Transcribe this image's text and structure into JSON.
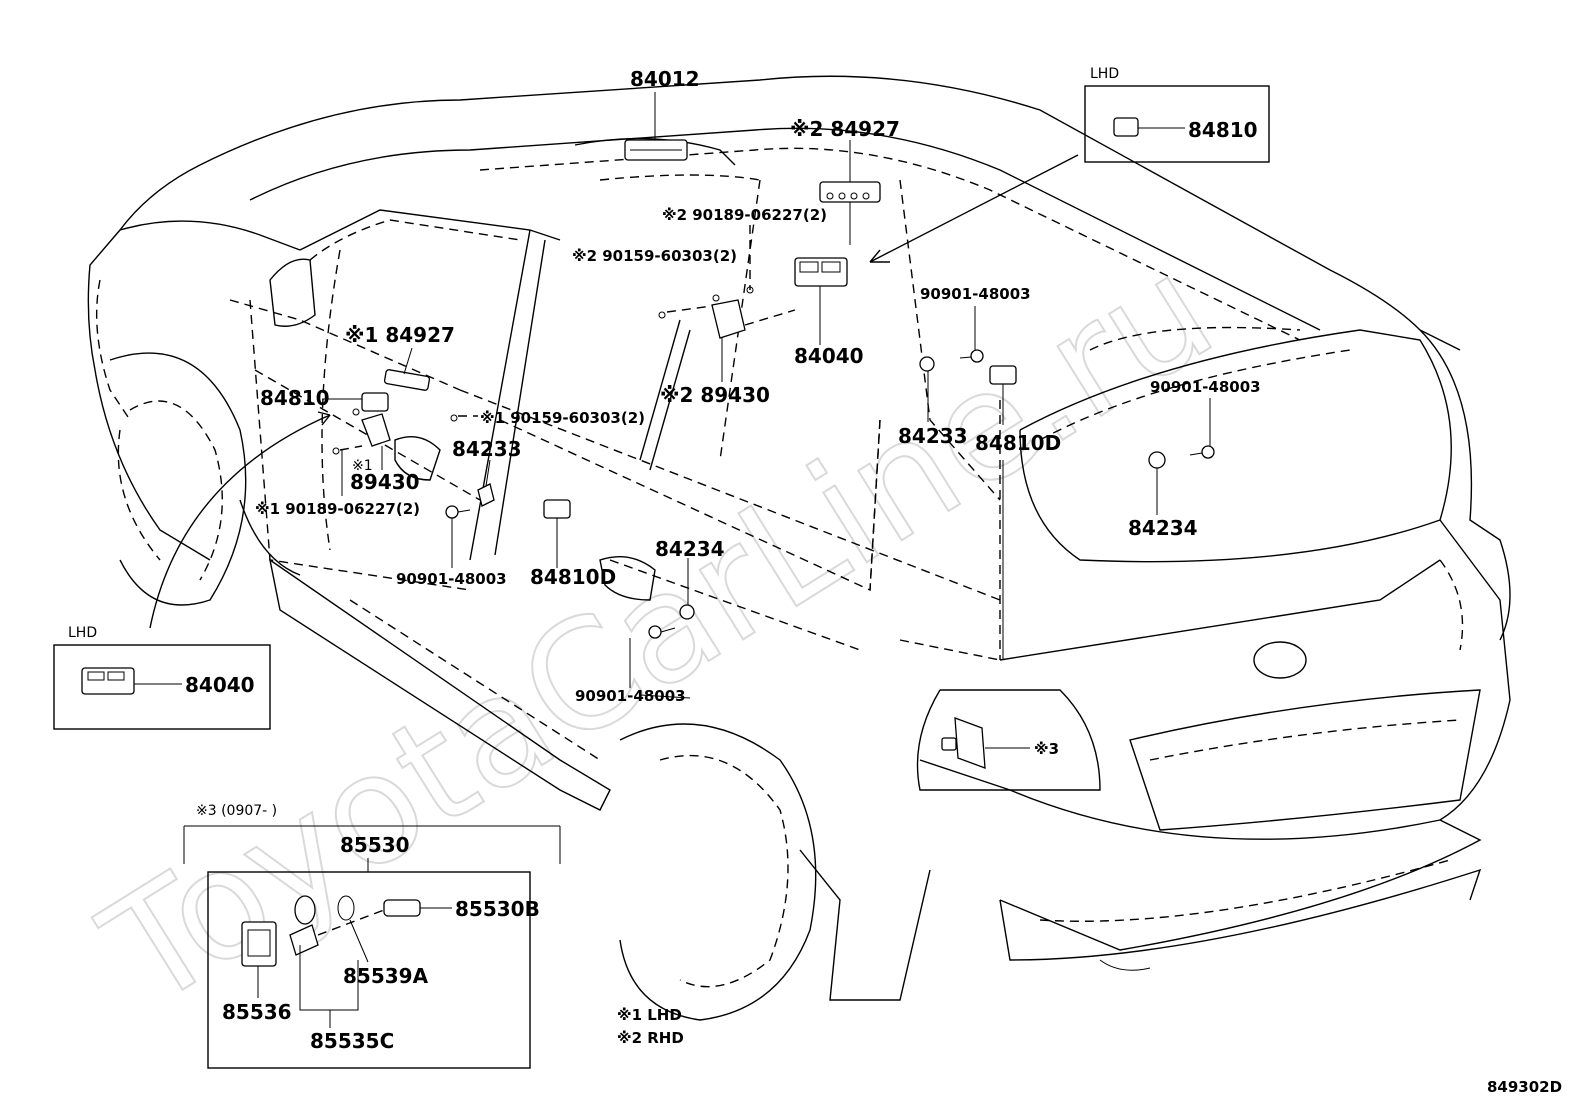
{
  "watermark": "ToyotaCarLine.ru",
  "diagram_code": "849302D",
  "notes": {
    "note1": "※1  LHD",
    "note2": "※2  RHD"
  },
  "insets": {
    "lhd_top": {
      "tag": "LHD",
      "part": "84810"
    },
    "lhd_left": {
      "tag": "LHD",
      "part": "84040"
    },
    "socket": {
      "tag": "※3 (0907-      )",
      "assembly": "85530",
      "parts": [
        "85530B",
        "85539A",
        "85536",
        "85535C"
      ]
    }
  },
  "callouts": [
    {
      "key": "c84012",
      "text": "84012"
    },
    {
      "key": "c84927r",
      "text": "※2 84927"
    },
    {
      "key": "c90189r",
      "text": "※2 90189-06227(2)"
    },
    {
      "key": "c90159r",
      "text": "※2 90159-60303(2)"
    },
    {
      "key": "c84040",
      "text": "84040"
    },
    {
      "key": "c89430r",
      "text": "※2 89430"
    },
    {
      "key": "c84927l",
      "text": "※1 84927"
    },
    {
      "key": "c84810",
      "text": "84810"
    },
    {
      "key": "c90159l",
      "text": "※1 90159-60303(2)"
    },
    {
      "key": "c89430l",
      "text": "89430"
    },
    {
      "key": "c89430lm",
      "text": "※1"
    },
    {
      "key": "c84233l",
      "text": "84233"
    },
    {
      "key": "c90189l",
      "text": "※1 90189-06227(2)"
    },
    {
      "key": "c90901a",
      "text": "90901-48003"
    },
    {
      "key": "c84810dl",
      "text": "84810D"
    },
    {
      "key": "c84234l",
      "text": "84234"
    },
    {
      "key": "c90901b",
      "text": "90901-48003"
    },
    {
      "key": "c90901c",
      "text": "90901-48003"
    },
    {
      "key": "c84233r",
      "text": "84233"
    },
    {
      "key": "c84810dr",
      "text": "84810D"
    },
    {
      "key": "c90901d",
      "text": "90901-48003"
    },
    {
      "key": "c84234r",
      "text": "84234"
    },
    {
      "key": "c3",
      "text": "※3"
    }
  ]
}
